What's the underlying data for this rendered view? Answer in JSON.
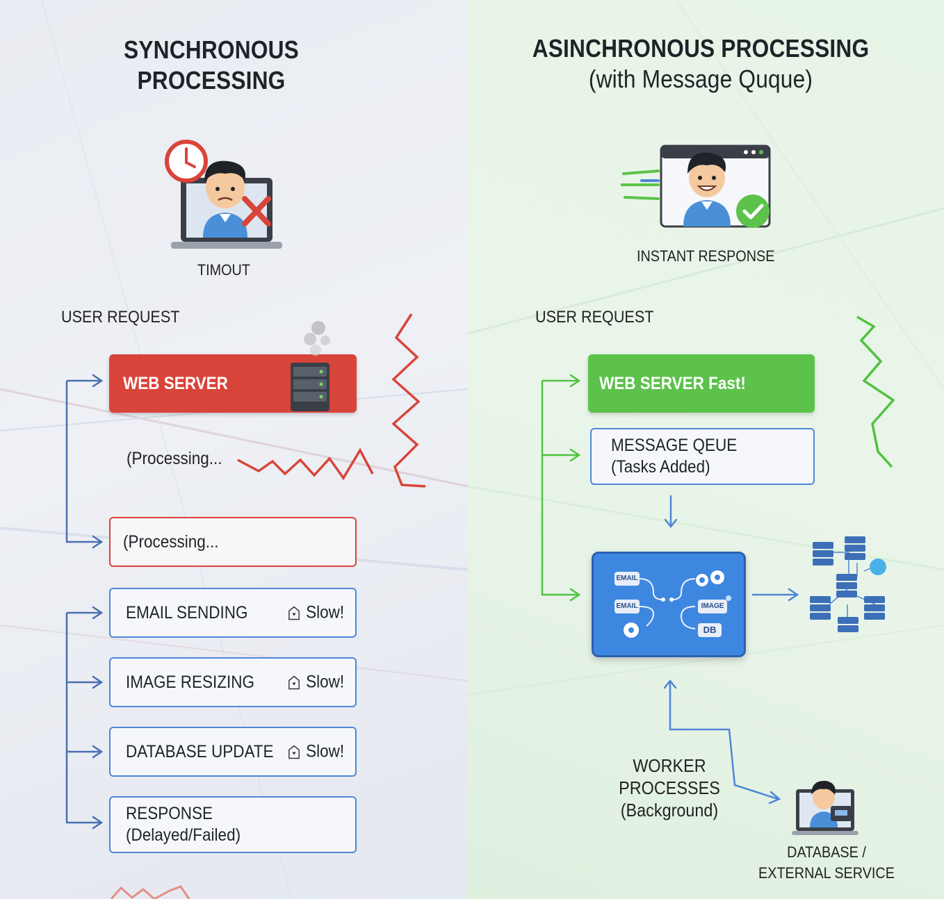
{
  "left": {
    "title_line1": "SYNCHRONOUS",
    "title_line2": "PROCESSING",
    "timeout_label": "TIMOUT",
    "user_request": "USER REQUEST",
    "web_server": "WEB SERVER",
    "processing_note": "(Processing...",
    "processing_box": "(Processing...",
    "tasks": [
      {
        "label": "EMAIL SENDING",
        "status": "Slow!"
      },
      {
        "label": "IMAGE RESIZING",
        "status": "Slow!"
      },
      {
        "label": "DATABASE UPDATE",
        "status": "Slow!"
      }
    ],
    "response_line1": "RESPONSE",
    "response_line2": "(Delayed/Failed)"
  },
  "right": {
    "title_line1": "ASINCHRONOUS PROCESSING",
    "title_line2": "(with Message Quque)",
    "instant_response": "INSTANT RESPONSE",
    "user_request": "USER REQUEST",
    "web_server": "WEB SERVER Fast!",
    "queue_line1": "MESSAGE QEUE",
    "queue_line2": "(Tasks Added)",
    "worker_chips": {
      "email_top": "EMAIL",
      "email": "EMAIL",
      "image": "IMAGE",
      "db": "DB"
    },
    "worker_line1": "WORKER",
    "worker_line2": "PROCESSES",
    "worker_line3": "(Background)",
    "db_line1": "DATABASE /",
    "db_line2": "EXTERNAL SERVICE"
  },
  "colors": {
    "red": "#d9443a",
    "blue": "#4f86d6",
    "green": "#5cc24b",
    "worker_blue": "#3d87e0"
  }
}
